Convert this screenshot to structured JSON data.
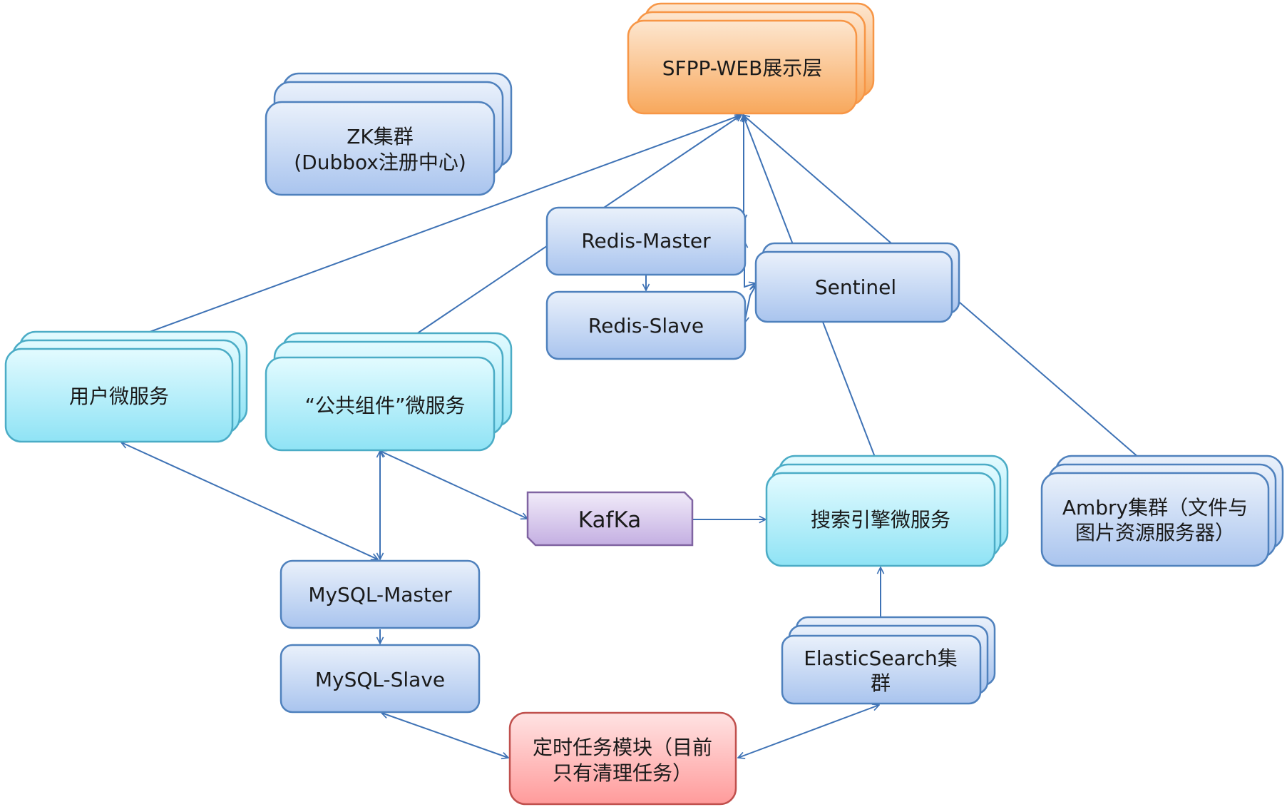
{
  "nodes": {
    "sfpp_web": "SFPP-WEB展示层",
    "zk": [
      "ZK集群",
      "(Dubbox注册中心)"
    ],
    "redis_master": "Redis-Master",
    "redis_slave": "Redis-Slave",
    "sentinel": "Sentinel",
    "user_service": "用户微服务",
    "common_service": "“公共组件”微服务",
    "kafka": "KafKa",
    "search_service": "搜索引擎微服务",
    "ambry": [
      "Ambry集群（文件与",
      "图片资源服务器）"
    ],
    "mysql_master": "MySQL-Master",
    "mysql_slave": "MySQL-Slave",
    "elasticsearch": [
      "ElasticSearch集",
      "群"
    ],
    "scheduler": [
      "定时任务模块（目前",
      "只有清理任务）"
    ]
  },
  "colors": {
    "blue_box": "#c6d9f1",
    "cyan_box": "#b7eef9",
    "orange_box": "#fbc08a",
    "red_box": "#ffb3b3",
    "purple_box": "#d9ccec",
    "edge": "#3e72b5"
  }
}
